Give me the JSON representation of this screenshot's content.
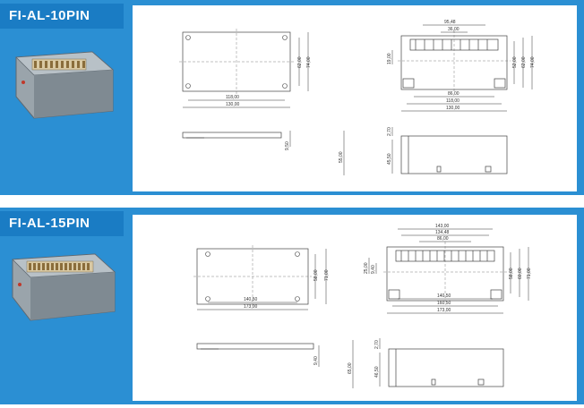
{
  "sections": [
    {
      "title": "FI-AL-10PIN",
      "top_view": {
        "w1": "118,00",
        "w2": "130,00",
        "h1": "62,00",
        "h2": "74,00"
      },
      "front_view": {
        "t1": "95,48",
        "t2": "36,00",
        "t3": "86,00",
        "t4": "118,00",
        "t5": "130,00",
        "h1": "62,00",
        "h2": "74,00",
        "h3": "52,00",
        "side": "19,00"
      },
      "side_view": {
        "h1": "55,00",
        "h2": "9,50"
      },
      "section_view": {
        "h1": "2,70",
        "h2": "45,50"
      }
    },
    {
      "title": "FI-AL-15PIN",
      "top_view": {
        "w1": "140,50",
        "w2": "173,00",
        "h1": "58,00",
        "h2": "71,00"
      },
      "front_view": {
        "t1": "143,00",
        "t2": "134,48",
        "t3": "86,00",
        "t4": "140,50",
        "t5": "160,50",
        "t6": "173,00",
        "h1": "58,00",
        "h2": "71,00",
        "h3": "60,00",
        "side": "25,00",
        "side2": "9,40"
      },
      "side_view": {
        "h1": "65,00",
        "h2": "9,40"
      },
      "section_view": {
        "h1": "2,70",
        "h2": "46,50"
      }
    }
  ],
  "colors": {
    "band": "#2b8fd3",
    "title_bg": "#1a7cc4"
  }
}
